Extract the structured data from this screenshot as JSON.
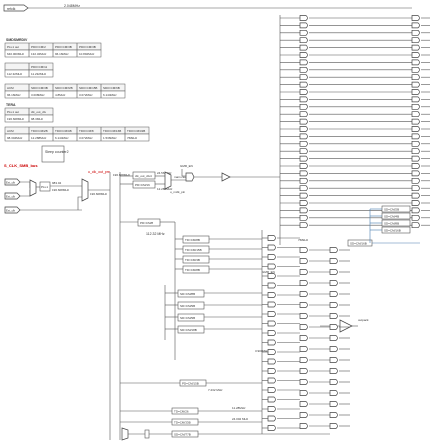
{
  "top_bus": {
    "input_label": "refclk",
    "freq": "2.048MHz"
  },
  "tables": {
    "t1": {
      "title": "SMDSMRDIV",
      "rows": [
        [
          "PLL1 out",
          "PD0=CM/2",
          "PD0=CM/3B",
          "PD0=CM/3B"
        ],
        [
          "640.000MHz",
          "132.32MHz",
          "96.16MHz",
          "10.892MHz"
        ]
      ]
    },
    "t2": {
      "rows": [
        [
          "PD0=CM/11"
        ],
        [
          "112.32MHz",
          "11.232MHz"
        ]
      ]
    },
    "t3": {
      "rows": [
        [
          "ACM",
          "SD0=CM/3B",
          "SD0=CM/6/B",
          "SD0=CM/15B",
          "SD0=CM/6B"
        ],
        [
          "96.16MHz",
          "3.008MHz",
          "4.8MHz",
          "3.072MHz",
          "6.144MHz"
        ]
      ]
    },
    "t4": {
      "title": "TERA",
      "rows": [
        [
          "PLL1 out",
          "clk_out_div"
        ],
        [
          "196.608MHz",
          "98.3MHz"
        ]
      ]
    },
    "t5": {
      "rows": [
        [
          "ACM",
          "TD0=CM/2B",
          "TD0=CM/4B",
          "TD0=CM/8",
          "TD0=CM/16B",
          "TD0=CM/32B"
        ],
        [
          "98.304MHz",
          "12.288MHz",
          "6.144MHz",
          "3.072MHz",
          "1.536MHz",
          "768kHz"
        ]
      ]
    }
  },
  "labels": {
    "clk_mux": "S_CLK_SMB_bus",
    "clk_out": "u_clk_out_pre",
    "sleep": "Sleep counter2",
    "pll": "PLL1",
    "pll_freq1": "983.04",
    "pll_freq2": "196.608MHz",
    "freq_196": "196.608MHz",
    "freq_98": "196.608MHz",
    "div_box1": "clk_out_div4",
    "div_box2": "PD=CM/16",
    "freq_24": "24.56 MHz",
    "freq_12": "12.288MHz",
    "gmr_en": "GMR_EN",
    "gmr_en2": "GMR_EN",
    "main_clock": "main clock",
    "u_mclk": "u_mclk_pin",
    "freq_112": "112.32 MHz",
    "pd_box": "PD=CM/8",
    "td_boxes": [
      "TD=CM/8B",
      "TD=CM/15B",
      "TD=CM/3B",
      "TD=CM/8B"
    ],
    "sd_boxes": [
      "SD=CM/8B",
      "SD=CM/9B",
      "SD=CM/9B",
      "SD=CM/18B"
    ],
    "freq_768": "768kHz",
    "freq_3": "3.900MHz",
    "outpack": "outpack",
    "pd_cm_bottom": "PD=CM/15B",
    "freq_7": "7.232 MHz",
    "td_bottom": "TD=CM/26",
    "freq_11": "11.28MHz",
    "td_bottom2": "TD=CM/33B",
    "freq_24b": "24.002 MHz",
    "sd_bottom": "SD=CM/77B",
    "right_boxes": [
      "SD=CM/2B",
      "SD=CM/4B",
      "SD=CM/8B",
      "SD=CM/16B"
    ],
    "right_box2": "SD=CM/16B",
    "inputs": [
      "Ext_clk",
      "Ext_clk",
      "Ext_clk"
    ]
  }
}
